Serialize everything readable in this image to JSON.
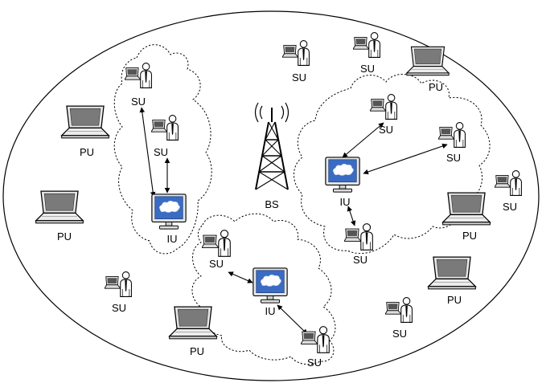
{
  "labels": {
    "su": "SU",
    "pu": "PU",
    "iu": "IU",
    "bs": "BS"
  },
  "icons": {
    "su": "secondary-user-icon",
    "pu": "primary-user-laptop-icon",
    "iu": "interference-user-monitor-icon",
    "bs": "base-station-tower-icon"
  },
  "colors": {
    "screen_blue": "#3a6cc4",
    "laptop_screen": "#7a7a7a",
    "line": "#000000"
  }
}
